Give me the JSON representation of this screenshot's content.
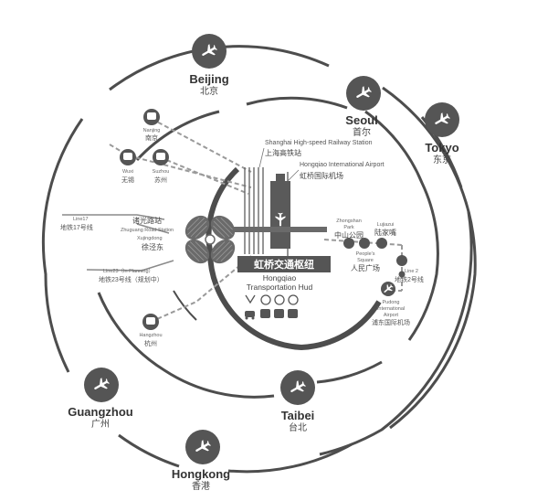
{
  "colors": {
    "ink": "#555555",
    "ring": "#4d4d4d",
    "rail": "#9a9a9a",
    "white": "#ffffff"
  },
  "airports": {
    "beijing": {
      "en": "Beijing",
      "zh": "北京",
      "icon": "airplane-icon"
    },
    "seoul": {
      "en": "Seoul",
      "zh": "首尔",
      "icon": "airplane-icon"
    },
    "tokyo": {
      "en": "Tokyo",
      "zh": "东京",
      "icon": "airplane-icon"
    },
    "taibei": {
      "en": "Taibei",
      "zh": "台北",
      "icon": "airplane-icon"
    },
    "guangzhou": {
      "en": "Guangzhou",
      "zh": "广州",
      "icon": "airplane-icon"
    },
    "hongkong": {
      "en": "Hongkong",
      "zh": "香港",
      "icon": "airplane-icon"
    }
  },
  "rail_stations": {
    "nanjing": {
      "en": "Nanjing",
      "zh": "南京",
      "icon": "train-icon"
    },
    "wuxi": {
      "en": "Wuxi",
      "zh": "无锡",
      "icon": "train-icon"
    },
    "suzhou": {
      "en": "Suzhou",
      "zh": "苏州",
      "icon": "train-icon"
    },
    "hangzhou": {
      "en": "Hangzhou",
      "zh": "杭州",
      "icon": "train-icon"
    }
  },
  "hub": {
    "railway_en": "Shanghai High-speed Railway Station",
    "railway_zh": "上海高铁站",
    "airport_en": "Hongqiao International Airport",
    "airport_zh": "虹桥国际机场",
    "name_zh": "虹桥交通枢纽",
    "name_en_1": "Hongqiao",
    "name_en_2": "Transportation Hud"
  },
  "west": {
    "line17_en": "Line17",
    "line17_zh": "地铁17号线",
    "zhuguang_zh": "诸光路站",
    "zhuguang_en": "Zhuguang Road Station",
    "xujingdong_en": "Xujingdong",
    "xujingdong_zh": "徐泾东",
    "line23_en": "Line23（In Planning）",
    "line23_zh": "地铁23号线（规划中）"
  },
  "east": {
    "zhongshan_en_1": "Zhongshan",
    "zhongshan_en_2": "Park",
    "zhongshan_zh": "中山公园",
    "lujiazui_en": "Lujiazui",
    "lujiazui_zh": "陆家嘴",
    "peoples_en_1": "People's",
    "peoples_en_2": "Square",
    "peoples_zh": "人民广场",
    "line2_en": "Line 2",
    "line2_zh": "地铁2号线",
    "pudong_en_1": "Pudong",
    "pudong_en_2": "International",
    "pudong_en_3": "Airport",
    "pudong_zh": "浦东国际机场"
  },
  "transport_icons": [
    "taxi-icon",
    "bus-icon",
    "metro-icon",
    "train-icon",
    "car-icon",
    "bus-icon",
    "metro-icon",
    "shuttle-icon"
  ]
}
